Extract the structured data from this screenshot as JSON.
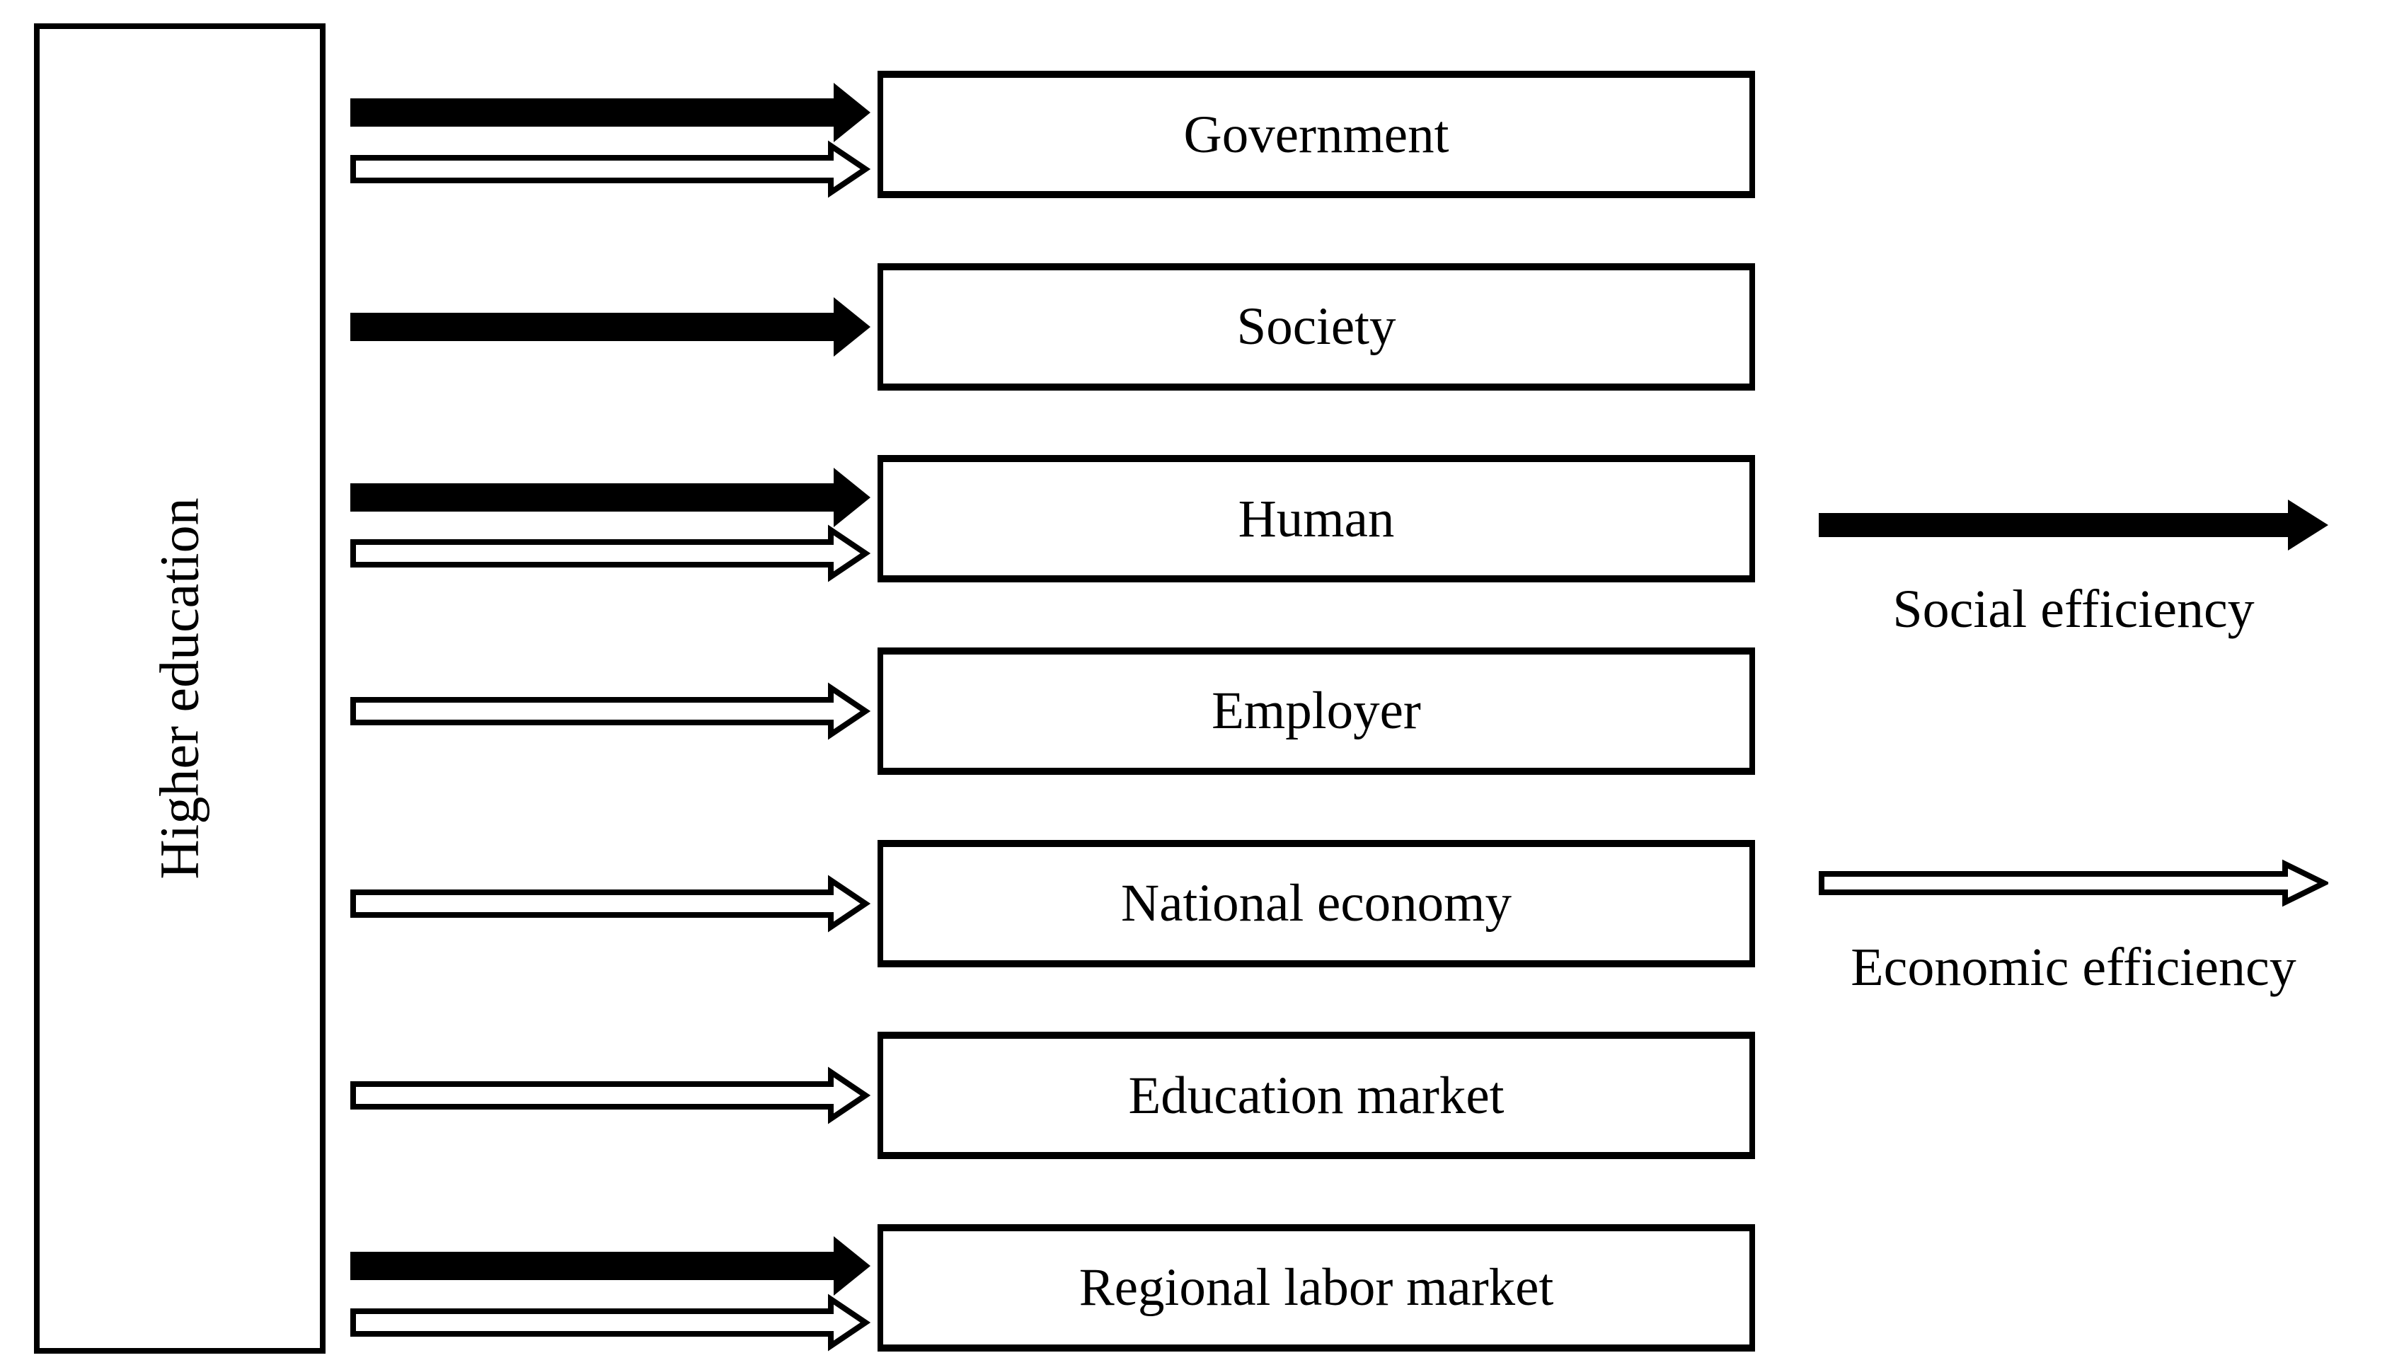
{
  "diagram": {
    "source_box": {
      "label": "Higher education"
    },
    "targets": [
      {
        "label": "Government",
        "arrows": [
          "social",
          "economic"
        ]
      },
      {
        "label": "Society",
        "arrows": [
          "social"
        ]
      },
      {
        "label": "Human",
        "arrows": [
          "social",
          "economic"
        ]
      },
      {
        "label": "Employer",
        "arrows": [
          "economic"
        ]
      },
      {
        "label": "National economy",
        "arrows": [
          "economic"
        ]
      },
      {
        "label": "Education market",
        "arrows": [
          "economic"
        ]
      },
      {
        "label": "Regional labor market",
        "arrows": [
          "social",
          "economic"
        ]
      }
    ],
    "legend": [
      {
        "key": "social",
        "label": "Social efficiency",
        "arrow_style": "solid-black"
      },
      {
        "key": "economic",
        "label": "Economic efficiency",
        "arrow_style": "outline-white"
      }
    ],
    "colors": {
      "ink": "#000000",
      "paper": "#ffffff"
    }
  }
}
